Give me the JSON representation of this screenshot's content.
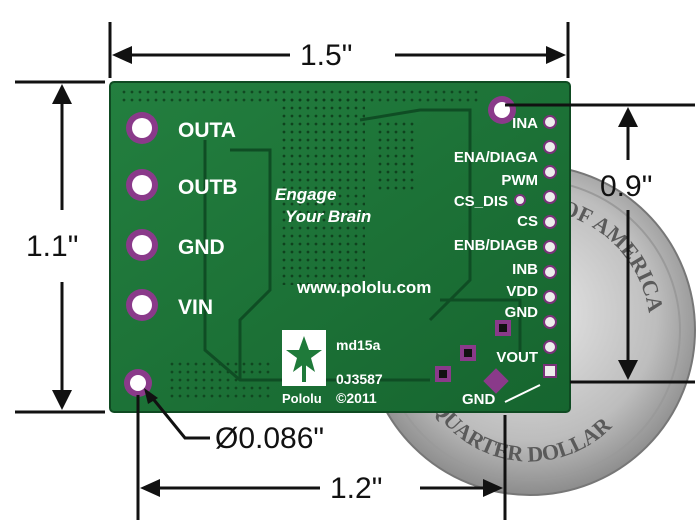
{
  "dimensions": {
    "width": "1.5\"",
    "height": "1.1\"",
    "pin_spacing": "0.9\"",
    "hole_spacing": "1.2\"",
    "hole_diameter": "Ø0.086\""
  },
  "board": {
    "color": "#1f7a3a",
    "left_labels": [
      "OUTA",
      "OUTB",
      "GND",
      "VIN"
    ],
    "right_labels": [
      "INA",
      "ENA/DIAGA",
      "PWM",
      "CS_DIS",
      "CS",
      "ENB/DIAGB",
      "INB",
      "VDD",
      "GND",
      "VOUT",
      "GND"
    ],
    "slogan_line1": "Engage",
    "slogan_line2": "Your Brain",
    "url": "www.pololu.com",
    "model": "md15a",
    "serial": "0J3587",
    "copyright": "©2011",
    "brand": "Pololu"
  },
  "coin": {
    "top_text": "OF AMERICA",
    "bottom_text": "QUARTER DOLLAR"
  }
}
